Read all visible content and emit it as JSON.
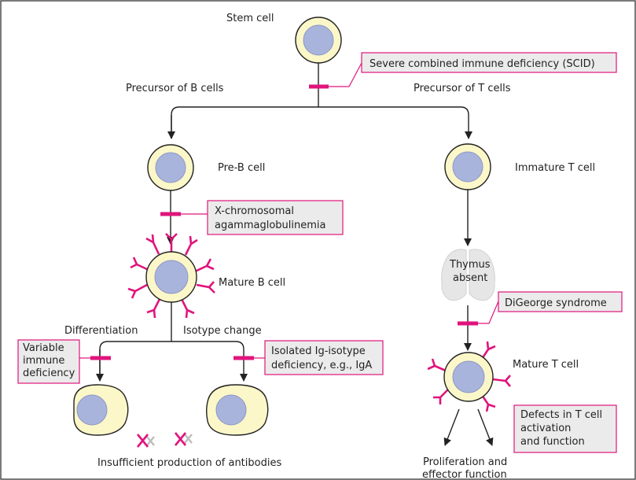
{
  "colors": {
    "defect_magenta": "#e0147c",
    "cell_membrane": "#fcf7c8",
    "cell_nucleus": "#a9b4dd",
    "label_box_fill": "#ebebeb",
    "thymus_gray": "#e6e6e6"
  },
  "labels": {
    "stem_cell": "Stem cell",
    "precursor_b": "Precursor of B cells",
    "precursor_t": "Precursor of T cells",
    "pre_b_cell": "Pre-B cell",
    "immature_t_cell": "Immature T cell",
    "mature_b_cell": "Mature B cell",
    "thymus_line1": "Thymus",
    "thymus_line2": "absent",
    "differentiation": "Differentiation",
    "isotype_change": "Isotype change",
    "mature_t_cell": "Mature T cell",
    "insufficient_antibodies": "Insufficient production of antibodies",
    "proliferation_line1": "Proliferation and",
    "proliferation_line2": "effector function"
  },
  "defects": {
    "scid": "Severe combined immune deficiency (SCID)",
    "x_linked_line1": "X-chromosomal",
    "x_linked_line2": "agammaglobulinemia",
    "digeorge": "DiGeorge syndrome",
    "variable_line1": "Variable",
    "variable_line2": "immune",
    "variable_line3": "deficiency",
    "isotype_line1": "Isolated Ig-isotype",
    "isotype_line2": "deficiency, e.g., IgA",
    "t_defect_line1": "Defects in T cell",
    "t_defect_line2": "activation",
    "t_defect_line3": "and function"
  }
}
